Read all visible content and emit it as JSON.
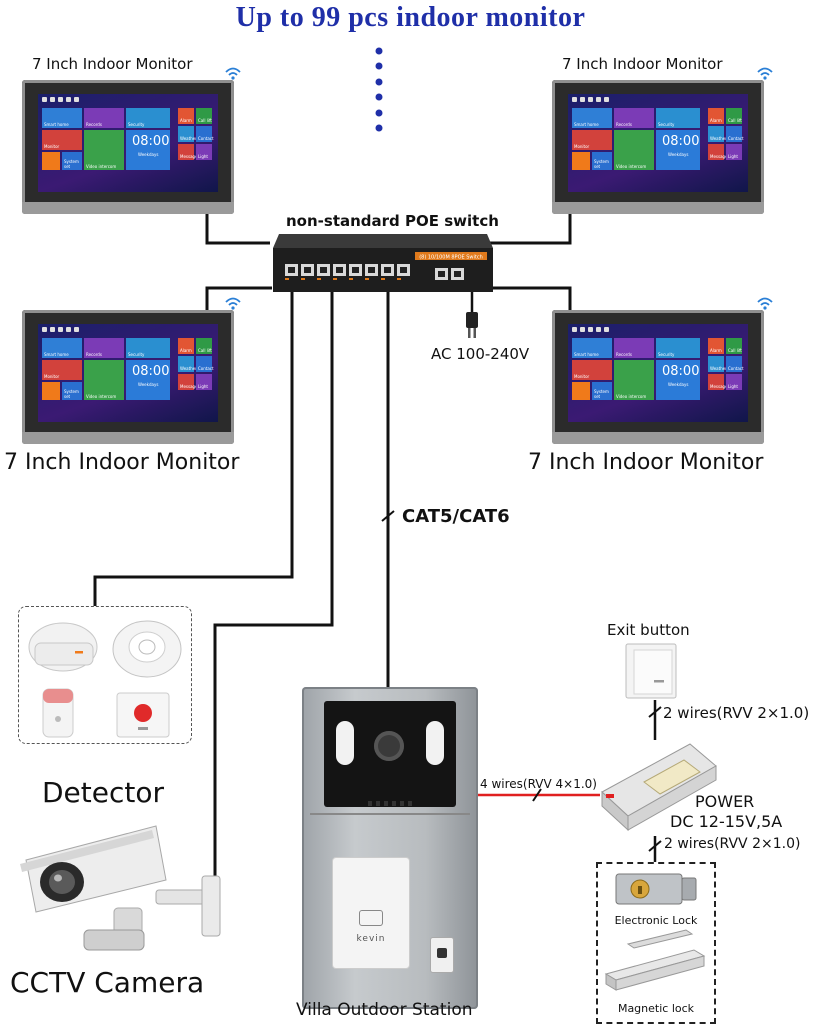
{
  "title": "Up to 99 pcs indoor monitor",
  "switch": {
    "label": "non-standard POE switch",
    "plate": "(8) 10/100M 8POE Switch",
    "power_label": "AC 100-240V"
  },
  "monitors": {
    "top_left_label": "7 Inch Indoor Monitor",
    "top_right_label": "7 Inch Indoor Monitor",
    "mid_left_label": "7 Inch Indoor Monitor",
    "mid_right_label": "7 Inch Indoor Monitor",
    "screen": {
      "time": "08:00",
      "tiles": [
        "Smart home",
        "Records",
        "Security",
        "Monitor",
        "Video intercom",
        "System set",
        "Alarm",
        "Call lift",
        "Weather",
        "Contact",
        "Message",
        "Light",
        "Weekdays"
      ]
    }
  },
  "cable_label": "CAT5/CAT6",
  "detector_label": "Detector",
  "camera_label": "CCTV Camera",
  "station": {
    "label": "Villa Outdoor Station",
    "brand": "kevin"
  },
  "exit_button_label": "Exit button",
  "wires_exit": "2 wires(RVV 2×1.0)",
  "wires_station": "4 wires(RVV 4×1.0)",
  "power": {
    "title": "POWER",
    "spec": "DC 12-15V,5A"
  },
  "wires_lock": "2 wires(RVV 2×1.0)",
  "electronic_lock_label": "Electronic Lock",
  "magnetic_lock_label": "Magnetic lock",
  "colors": {
    "title": "#1f2fa8",
    "wire": "#111111",
    "red_wire": "#e02020",
    "dots": "#1f2fa8"
  }
}
